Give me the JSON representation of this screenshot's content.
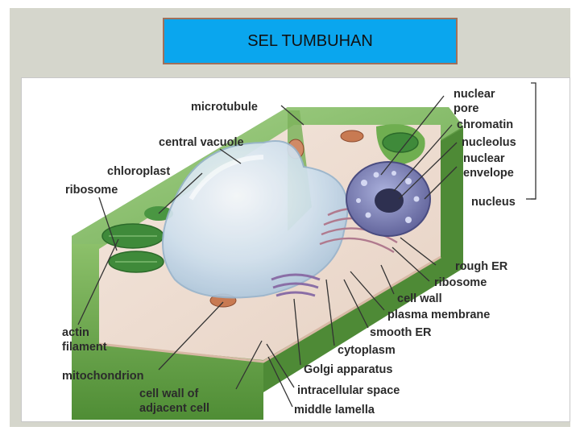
{
  "title": "SEL TUMBUHAN",
  "labels": {
    "microtubule": "microtubule",
    "central_vacuole": "central vacuole",
    "chloroplast": "chloroplast",
    "ribosome_left": "ribosome",
    "actin_line1": "actin",
    "actin_line2": "filament",
    "mitochondrion": "mitochondrion",
    "adjacent_line1": "cell wall of",
    "adjacent_line2": "adjacent cell",
    "nuclear_pore_line1": "nuclear",
    "nuclear_pore_line2": "pore",
    "chromatin": "chromatin",
    "nucleolus": "nucleolus",
    "nuclear_envelope_line1": "nuclear",
    "nuclear_envelope_line2": "envelope",
    "nucleus": "nucleus",
    "rough_er": "rough ER",
    "ribosome_right": "ribosome",
    "cell_wall": "cell wall",
    "plasma_membrane": "plasma membrane",
    "smooth_er": "smooth ER",
    "cytoplasm": "cytoplasm",
    "golgi": "Golgi apparatus",
    "intracellular_space": "intracellular space",
    "middle_lamella": "middle lamella"
  },
  "colors": {
    "cell_wall_green": "#6aa84f",
    "vacuole_blue": "#c9dfee",
    "nucleus_purple": "#6d6fa8",
    "title_box": "#0aa6ee"
  }
}
